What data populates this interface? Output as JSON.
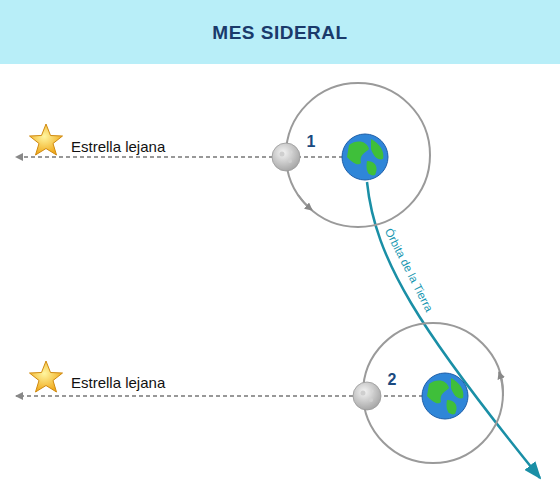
{
  "diagram": {
    "title": "MES SIDERAL",
    "labels": [
      "Estrella lejana",
      "1",
      "Órbita de la Tierra",
      "Estrella lejana",
      "2"
    ]
  }
}
